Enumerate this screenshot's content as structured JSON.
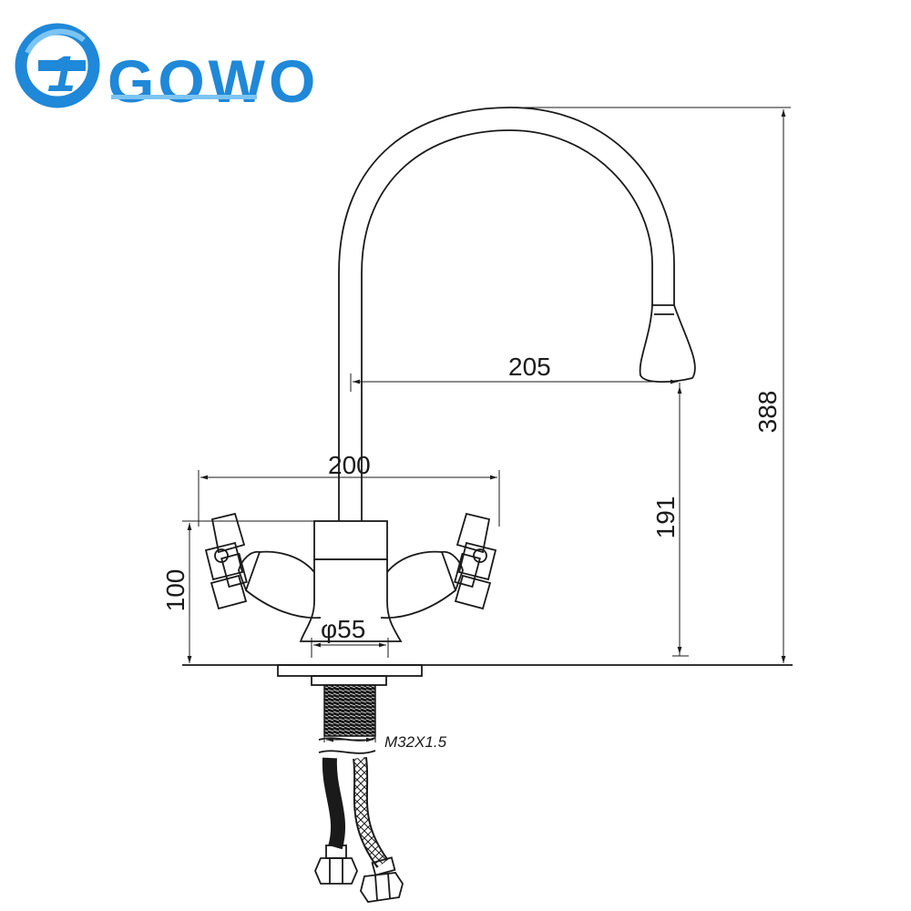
{
  "brand": {
    "name": "GOWO",
    "logo_mark": "1",
    "colors": {
      "primary": "#1f88d8",
      "light": "#7cc4f2"
    }
  },
  "dimensions": {
    "spout_reach": "205",
    "total_width": "200",
    "total_height": "388",
    "spout_height": "191",
    "body_height": "100",
    "base_diameter": "φ55",
    "thread": "M32X1.5"
  },
  "colors": {
    "line": "#1a1a1a",
    "background": "#ffffff"
  }
}
